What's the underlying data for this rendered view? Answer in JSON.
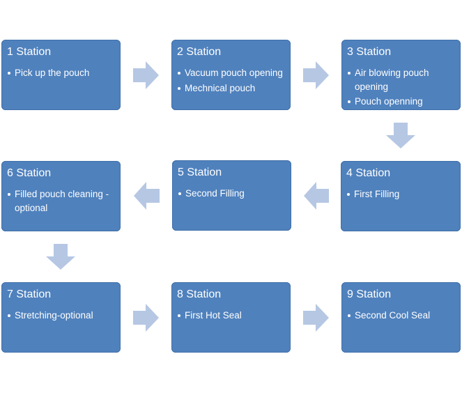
{
  "colors": {
    "box_fill": "#4f81bd",
    "arrow_fill": "#b5c7e3",
    "text": "#ffffff"
  },
  "stations": [
    {
      "title": "1 Station",
      "items": [
        "Pick up the pouch"
      ]
    },
    {
      "title": "2 Station",
      "items": [
        "Vacuum pouch opening",
        "Mechnical pouch"
      ]
    },
    {
      "title": "3 Station",
      "items": [
        "Air blowing pouch opening",
        "Pouch openning"
      ]
    },
    {
      "title": "4 Station",
      "items": [
        "First Filling"
      ]
    },
    {
      "title": "5 Station",
      "items": [
        "Second Filling"
      ]
    },
    {
      "title": "6 Station",
      "items": [
        "Filled pouch cleaning - optional"
      ]
    },
    {
      "title": "7 Station",
      "items": [
        "Stretching-optional"
      ]
    },
    {
      "title": "8 Station",
      "items": [
        "First Hot Seal"
      ]
    },
    {
      "title": "9 Station",
      "items": [
        "Second Cool Seal"
      ]
    }
  ],
  "arrows": [
    {
      "direction": "right"
    },
    {
      "direction": "right"
    },
    {
      "direction": "down"
    },
    {
      "direction": "left"
    },
    {
      "direction": "left"
    },
    {
      "direction": "down"
    },
    {
      "direction": "right"
    },
    {
      "direction": "right"
    }
  ]
}
